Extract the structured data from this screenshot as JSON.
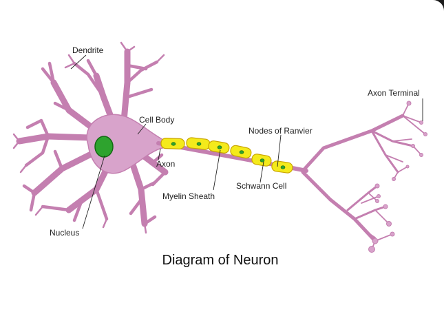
{
  "diagram": {
    "title": "Diagram of Neuron",
    "labels": {
      "dendrite": "Dendrite",
      "cell_body": "Cell Body",
      "axon": "Axon",
      "nucleus": "Nucleus",
      "myelin_sheath": "Myelin Sheath",
      "nodes_of_ranvier": "Nodes of Ranvier",
      "schwann_cell": "Schwann Cell",
      "axon_terminal": "Axon Terminal"
    },
    "colors": {
      "neuron": "#d8a3cb",
      "neuron_outline": "#c47fb0",
      "nucleus": "#2ea32e",
      "myelin": "#f4ea1b",
      "myelin_outline": "#c9a400",
      "text": "#222222"
    }
  }
}
